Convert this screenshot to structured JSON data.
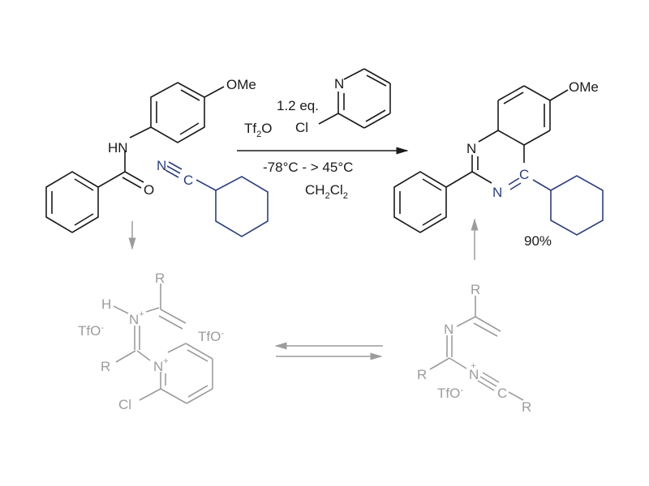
{
  "scheme": {
    "type": "reaction-scheme",
    "colors": {
      "main": "#1a1a1a",
      "highlight": "#2e3f7a",
      "intermediate": "#9c9c9c"
    },
    "starting_material": {
      "name": "N-(4-methoxyphenyl)benzamide",
      "labels": {
        "ome": "OMe",
        "hn": "HN",
        "o": "O"
      }
    },
    "nitrile": {
      "name": "cyclohexanecarbonitrile",
      "labels": {
        "n": "N",
        "c": "C"
      }
    },
    "reagents": {
      "equiv": "1.2 eq.",
      "tf2o_main": "Tf",
      "tf2o_sub": "2",
      "tf2o_end": "O",
      "pyridine_n": "N",
      "pyridine_cl": "Cl",
      "temperature": "-78°C - > 45°C",
      "solvent_main": "CH",
      "solvent_sub1": "2",
      "solvent_mid": "Cl",
      "solvent_sub2": "2"
    },
    "product": {
      "name": "4-cyclohexyl-6-methoxy-2-phenylquinazoline",
      "labels": {
        "ome": "OMe",
        "n1": "N",
        "n3": "N",
        "c4": "C"
      },
      "yield": "90%"
    },
    "intermediate_left": {
      "labels": {
        "r_top": "R",
        "h": "H",
        "n": "N",
        "n_charge": "+",
        "tfo1": "TfO",
        "tfo1_charge": "-",
        "tfo2": "TfO",
        "tfo2_charge": "-",
        "r_left": "R",
        "py_n": "N",
        "py_charge": "+",
        "cl": "Cl"
      }
    },
    "intermediate_right": {
      "labels": {
        "r_top": "R",
        "n": "N",
        "r_left": "R",
        "n_nitrilium": "N",
        "n_charge": "+",
        "c": "C",
        "r_right": "R",
        "tfo": "TfO",
        "tfo_charge": "-"
      }
    },
    "arrows": {
      "main": "forward",
      "down_left": "down",
      "equilibrium": "equilibrium",
      "up_right": "up"
    }
  }
}
